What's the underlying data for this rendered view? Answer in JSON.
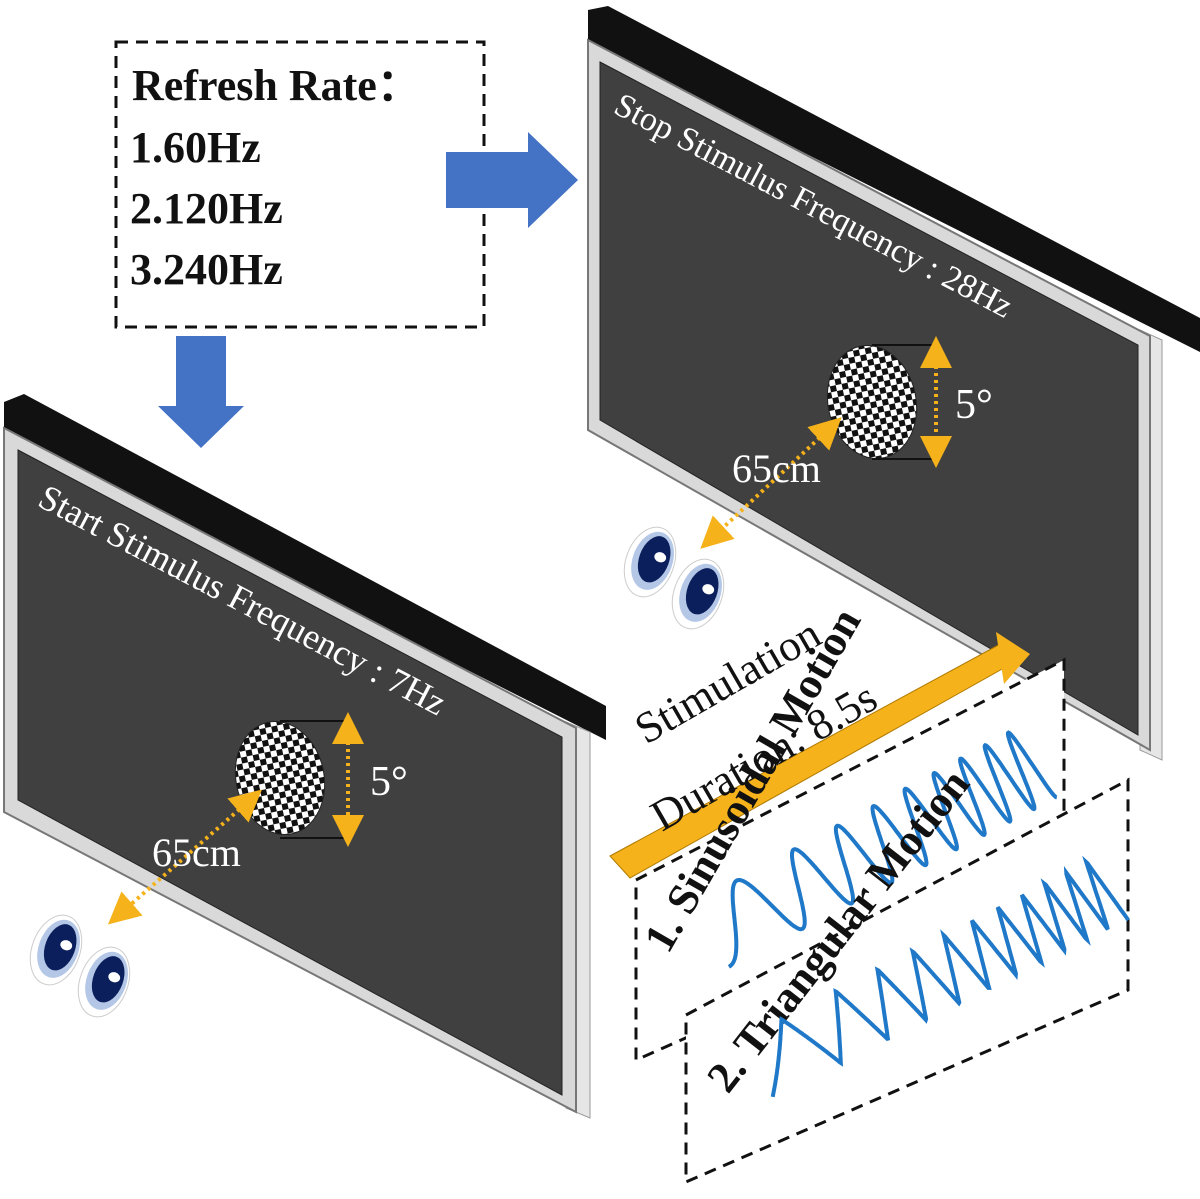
{
  "refresh_box": {
    "title": "Refresh Rate：",
    "rates": [
      "1.60Hz",
      "2.120Hz",
      "3.240Hz"
    ]
  },
  "start_monitor": {
    "label": "Start Stimulus Frequency : 7Hz",
    "angle": "5°",
    "distance": "65cm"
  },
  "stop_monitor": {
    "label": "Stop Stimulus Frequency : 28Hz",
    "angle": "5°",
    "distance": "65cm"
  },
  "duration": {
    "line1": "Stimulation",
    "line2": "Duration: 8.5s"
  },
  "motions": [
    {
      "label": "1. Sinusoidal Motion",
      "shape": "sine"
    },
    {
      "label": "2. Triangular  Motion",
      "shape": "triangle"
    }
  ],
  "colors": {
    "screen": "#404040",
    "bezel": "#111111",
    "frame_inner": "#d9d9d9",
    "side": "#e6e6e6",
    "blue_arrow": "#4472c4",
    "orange": "#f5b21b",
    "wave": "#1f78c8",
    "eye_dark": "#0b1f5c",
    "eye_mid": "#2f5597",
    "eye_light": "#b4c7e7"
  }
}
